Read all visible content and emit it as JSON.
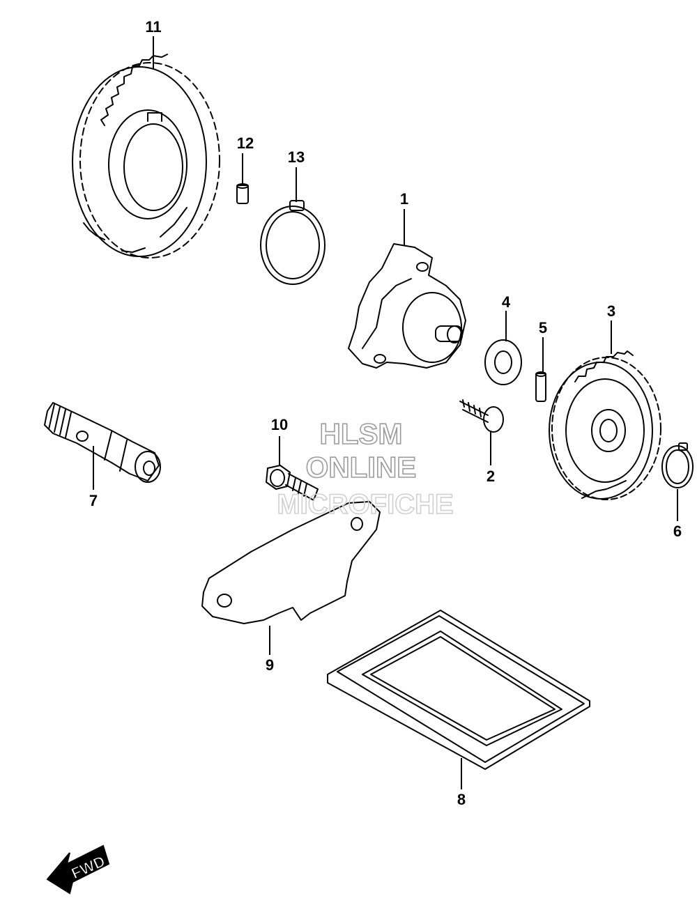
{
  "callouts": [
    {
      "id": "callout-1",
      "label": "1"
    },
    {
      "id": "callout-2",
      "label": "2"
    },
    {
      "id": "callout-3",
      "label": "3"
    },
    {
      "id": "callout-4",
      "label": "4"
    },
    {
      "id": "callout-5",
      "label": "5"
    },
    {
      "id": "callout-6",
      "label": "6"
    },
    {
      "id": "callout-7",
      "label": "7"
    },
    {
      "id": "callout-8",
      "label": "8"
    },
    {
      "id": "callout-9",
      "label": "9"
    },
    {
      "id": "callout-10",
      "label": "10"
    },
    {
      "id": "callout-11",
      "label": "11"
    },
    {
      "id": "callout-12",
      "label": "12"
    },
    {
      "id": "callout-13",
      "label": "13"
    }
  ],
  "watermark": {
    "line1": "HLSM",
    "line2": "ONLINE",
    "line3": "MICROFICHE"
  },
  "fwd_label": "FWD"
}
